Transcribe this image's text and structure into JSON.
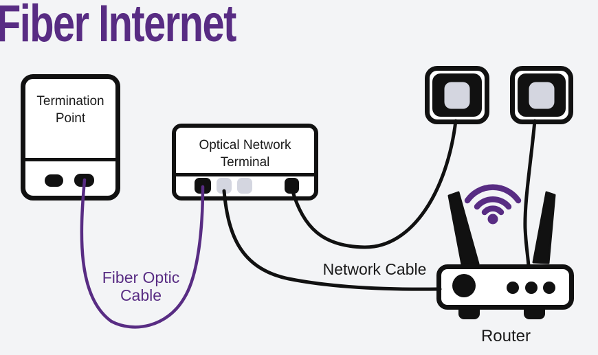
{
  "title": "Fiber Internet",
  "colors": {
    "purple": "#582c83",
    "ink": "#111111",
    "bg": "#f3f4f6",
    "device_fill": "#ffffff",
    "port_gray": "#d4d6e0"
  },
  "devices": {
    "termination_point": {
      "label": "Termination Point",
      "port_count": 2
    },
    "ont": {
      "label": "Optical Network Terminal",
      "port_count": 4
    },
    "wall_outlets": {
      "count": 2
    },
    "router": {
      "label": "Router",
      "led_count": 4,
      "antenna_count": 2
    }
  },
  "cables": {
    "fiber_optic": {
      "label": "Fiber Optic Cable",
      "label_line1": "Fiber Optic",
      "label_line2": "Cable",
      "color": "#582c83"
    },
    "network": {
      "label": "Network Cable",
      "color": "#111111"
    }
  },
  "icons": [
    "wifi-icon"
  ]
}
